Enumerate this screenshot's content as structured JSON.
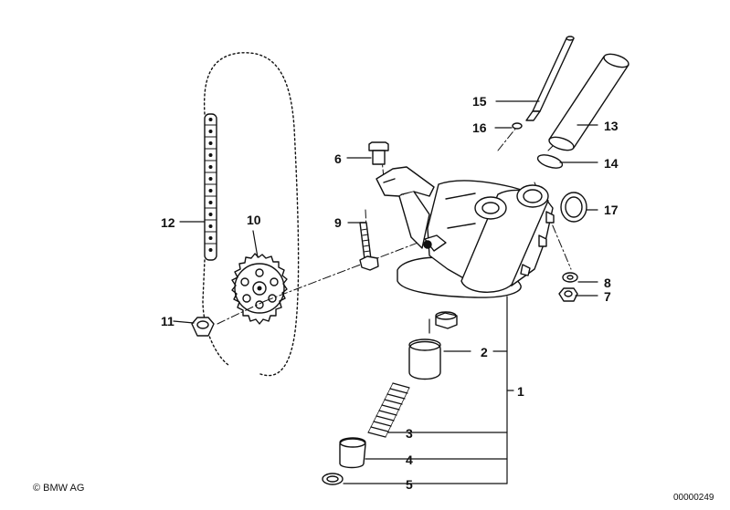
{
  "callouts": {
    "n1": "1",
    "n2": "2",
    "n3": "3",
    "n4": "4",
    "n5": "5",
    "n6": "6",
    "n7": "7",
    "n8": "8",
    "n9": "9",
    "n10": "10",
    "n11": "11",
    "n12": "12",
    "n13": "13",
    "n14": "14",
    "n15": "15",
    "n16": "16",
    "n17": "17"
  },
  "footer": {
    "copyright": "© BMW AG",
    "diagram_id": "00000249"
  }
}
